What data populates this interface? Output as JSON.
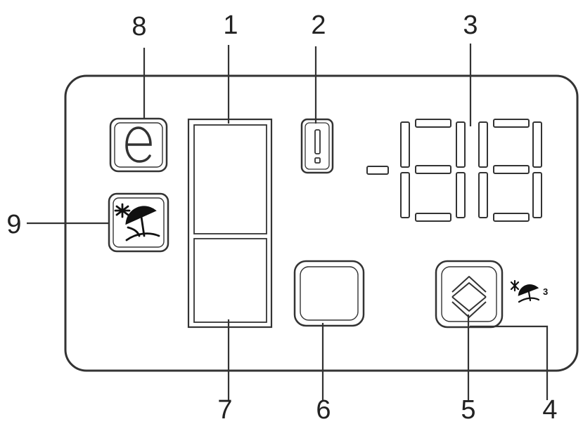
{
  "callouts": {
    "c1": "1",
    "c2": "2",
    "c3": "3",
    "c4": "4",
    "c5": "5",
    "c6": "6",
    "c7": "7",
    "c8": "8",
    "c9": "9"
  },
  "icons": {
    "eco": "e-eco-icon",
    "alarm": "exclamation-alarm-icon",
    "holiday": "holiday-umbrella-icon",
    "holiday_small": "holiday-3-icon",
    "updown": "up-down-arrow-icon"
  },
  "display": {
    "minus_sign": "-",
    "digits": "8 8",
    "small_badge": "3"
  },
  "colors": {
    "line": "#333333",
    "background": "#ffffff"
  }
}
